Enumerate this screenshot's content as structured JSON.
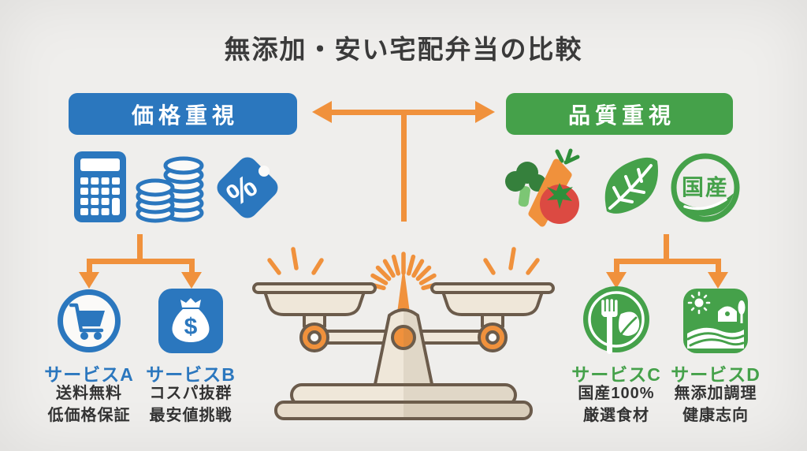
{
  "title": "無添加・安い宅配弁当の比較",
  "left": {
    "header": "価格重視",
    "icons": [
      "calculator-icon",
      "coin-stacks-icon",
      "percent-price-tag-icon"
    ],
    "services": [
      {
        "name": "サービスA",
        "icon": "shopping-cart-icon",
        "desc": "送料無料\n低価格保証"
      },
      {
        "name": "サービスB",
        "icon": "money-bag-icon",
        "desc": "コスパ抜群\n最安値挑戦"
      }
    ]
  },
  "right": {
    "header": "品質重視",
    "icons": [
      "vegetables-icon",
      "leaf-icon",
      "domestic-badge-icon"
    ],
    "badge_text": "国産",
    "services": [
      {
        "name": "サービスC",
        "icon": "fork-leaf-icon",
        "desc": "国産100%\n厳選食材"
      },
      {
        "name": "サービスD",
        "icon": "farm-icon",
        "desc": "無添加調理\n健康志向"
      }
    ]
  },
  "center": {
    "icon": "balance-scale-icon"
  },
  "glyphs": {
    "percent": "%",
    "dollar": "$"
  },
  "colors": {
    "blue": "#2B77BE",
    "green": "#45A14A",
    "orange": "#F0913C",
    "tomato_red": "#DC4A42",
    "carrot_orange": "#F0913C",
    "scale_cream": "#EFE7D9",
    "outline_brown": "#6B5B4B",
    "background": "#EFEEEC",
    "text_dark": "#3A3A3A"
  }
}
